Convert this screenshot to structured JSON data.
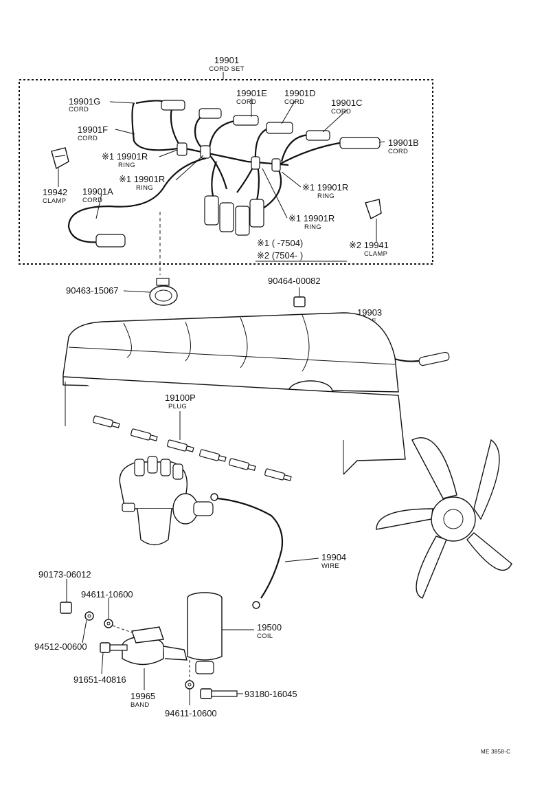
{
  "labels": {
    "cord_set": {
      "num": "19901",
      "name": "CORD SET"
    },
    "cord_g": {
      "num": "19901G",
      "name": "CORD"
    },
    "cord_e": {
      "num": "19901E",
      "name": "CORD"
    },
    "cord_d": {
      "num": "19901D",
      "name": "CORD"
    },
    "cord_c": {
      "num": "19901C",
      "name": "CORD"
    },
    "cord_f": {
      "num": "19901F",
      "name": "CORD"
    },
    "cord_b": {
      "num": "19901B",
      "name": "CORD"
    },
    "ring_1": {
      "num": "※1 19901R",
      "name": "RING"
    },
    "ring_2": {
      "num": "※1 19901R",
      "name": "RING"
    },
    "ring_3": {
      "num": "※1 19901R",
      "name": "RING"
    },
    "ring_4": {
      "num": "※1 19901R",
      "name": "RING"
    },
    "clamp_42": {
      "num": "19942",
      "name": "CLAMP"
    },
    "cord_a": {
      "num": "19901A",
      "name": "CORD"
    },
    "clamp_41": {
      "num": "※2 19941",
      "name": "CLAMP"
    },
    "note_1": "※1 (      -7504)",
    "note_2": "※2 (7504-        )",
    "p_90463": "90463-15067",
    "p_90464": "90464-00082",
    "wire_03": {
      "num": "19903",
      "name": "WIRE"
    },
    "plug": {
      "num": "19100P",
      "name": "PLUG"
    },
    "wire_04": {
      "num": "19904",
      "name": "WIRE"
    },
    "p_90173": "90173-06012",
    "p_94611_top": "94611-10600",
    "coil": {
      "num": "19500",
      "name": "COIL"
    },
    "p_94512": "94512-00600",
    "p_91651": "91651-40816",
    "band": {
      "num": "19965",
      "name": "BAND"
    },
    "p_94611_bot": "94611-10600",
    "p_93180": "93180-16045",
    "ref": "ME 3858-C"
  }
}
